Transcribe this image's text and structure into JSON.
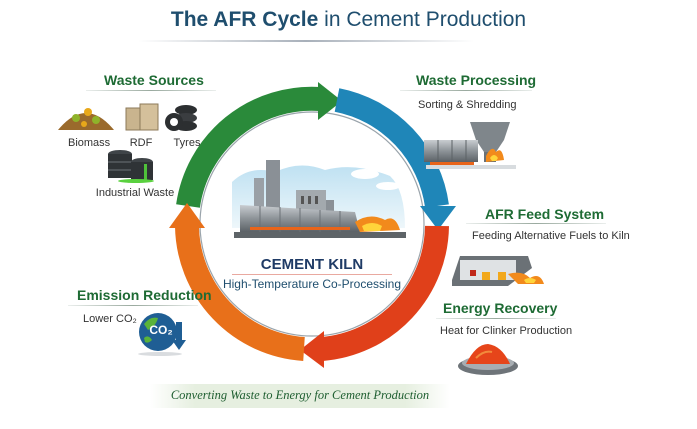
{
  "title": {
    "bold": "The AFR Cycle",
    "rest": " in Cement Production"
  },
  "center": {
    "title": "CEMENT KILN",
    "subtitle": "High-Temperature Co-Processing"
  },
  "sections": {
    "waste_sources": {
      "title": "Waste Sources",
      "items": [
        "Biomass",
        "RDF",
        "Tyres",
        "Industrial Waste"
      ]
    },
    "waste_processing": {
      "title": "Waste Processing",
      "subtitle": "Sorting & Shredding"
    },
    "afr_feed": {
      "title": "AFR Feed System",
      "subtitle": "Feeding Alternative Fuels to Kiln"
    },
    "energy_recovery": {
      "title": "Energy Recovery",
      "subtitle": "Heat for Clinker Production"
    },
    "emission_reduction": {
      "title": "Emission Reduction",
      "subtitle": "Lower CO₂",
      "badge": "CO₂"
    }
  },
  "footer": "Converting Waste to Energy for Cement Production",
  "colors": {
    "arrow_green": "#2a8a3a",
    "arrow_blue": "#1f86b8",
    "arrow_red": "#e0401a",
    "arrow_orange": "#e8701a",
    "title_blue": "#1f4e6e",
    "section_green": "#1e6b34"
  },
  "icons": [
    "biomass-pile-icon",
    "rdf-bales-icon",
    "tyres-icon",
    "industrial-drums-icon",
    "shredder-icon",
    "feed-system-icon",
    "clinker-dish-icon",
    "globe-co2-icon",
    "cement-kiln-illustration"
  ]
}
